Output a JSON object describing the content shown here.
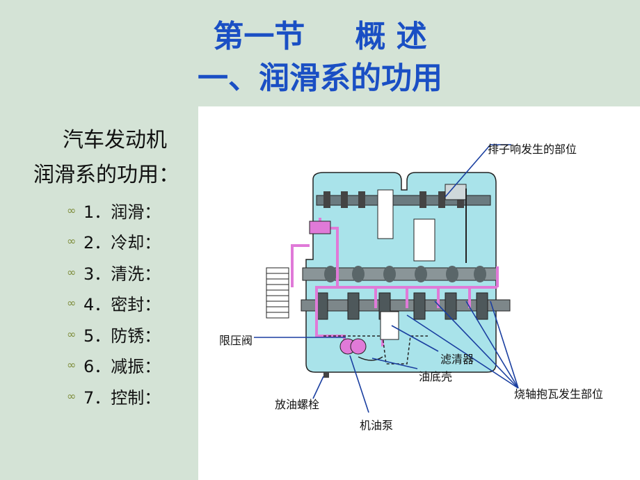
{
  "slide": {
    "title_part1": "第一节",
    "title_part2": "概  述",
    "title_line2": "一、润滑系的功用"
  },
  "intro": {
    "line1": "汽车发动机",
    "line2": "润滑系的功用："
  },
  "functions": [
    {
      "label": "1．润滑："
    },
    {
      "label": "2．冷却："
    },
    {
      "label": "3．清洗："
    },
    {
      "label": "4．密封："
    },
    {
      "label": "5．防锈："
    },
    {
      "label": "6．减振："
    },
    {
      "label": "7．控制："
    }
  ],
  "bullet_icon": "linked-rings-icon",
  "diagram": {
    "labels": {
      "knock": "排子响发生的部位",
      "relief_valve": "限压阀",
      "filter": "滤清器",
      "oil_pan": "油底壳",
      "bearing": "烧轴抱瓦发生部位",
      "drain_plug": "放油螺栓",
      "oil_pump": "机油泵"
    }
  },
  "colors": {
    "title": "#1a4fc4",
    "background": "#d4e3d6",
    "engine_fill": "#a9e3ea",
    "oil_line": "#e07ad8",
    "callout": "#1a3fa0"
  }
}
